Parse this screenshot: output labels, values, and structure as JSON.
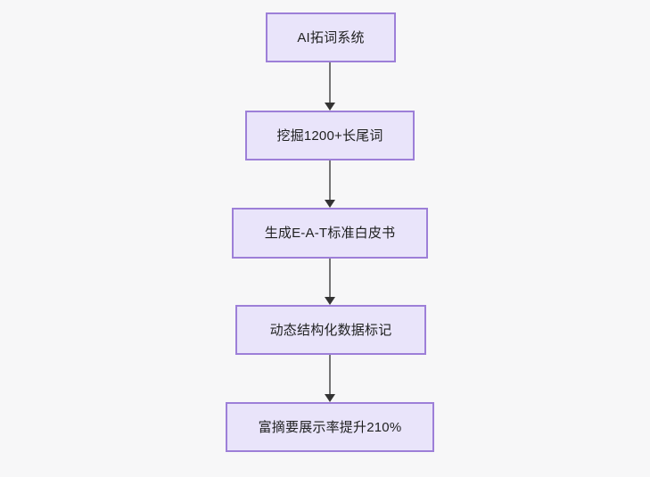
{
  "diagram": {
    "type": "flowchart",
    "orientation": "top-to-bottom",
    "background_color": "#f7f7f8",
    "node_fill_color": "#e9e4fa",
    "node_border_color": "#9d7fd8",
    "edge_color": "#757575",
    "arrowhead_color": "#333333",
    "text_color": "#1f2020",
    "nodes": [
      {
        "id": "n1",
        "label": "AI拓词系统"
      },
      {
        "id": "n2",
        "label": "挖掘1200+长尾词"
      },
      {
        "id": "n3",
        "label": "生成E-A-T标准白皮书"
      },
      {
        "id": "n4",
        "label": "动态结构化数据标记"
      },
      {
        "id": "n5",
        "label": "富摘要展示率提升210%"
      }
    ],
    "edges": [
      {
        "from": "n1",
        "to": "n2",
        "label": ""
      },
      {
        "from": "n2",
        "to": "n3",
        "label": ""
      },
      {
        "from": "n3",
        "to": "n4",
        "label": ""
      },
      {
        "from": "n4",
        "to": "n5",
        "label": ""
      }
    ]
  }
}
